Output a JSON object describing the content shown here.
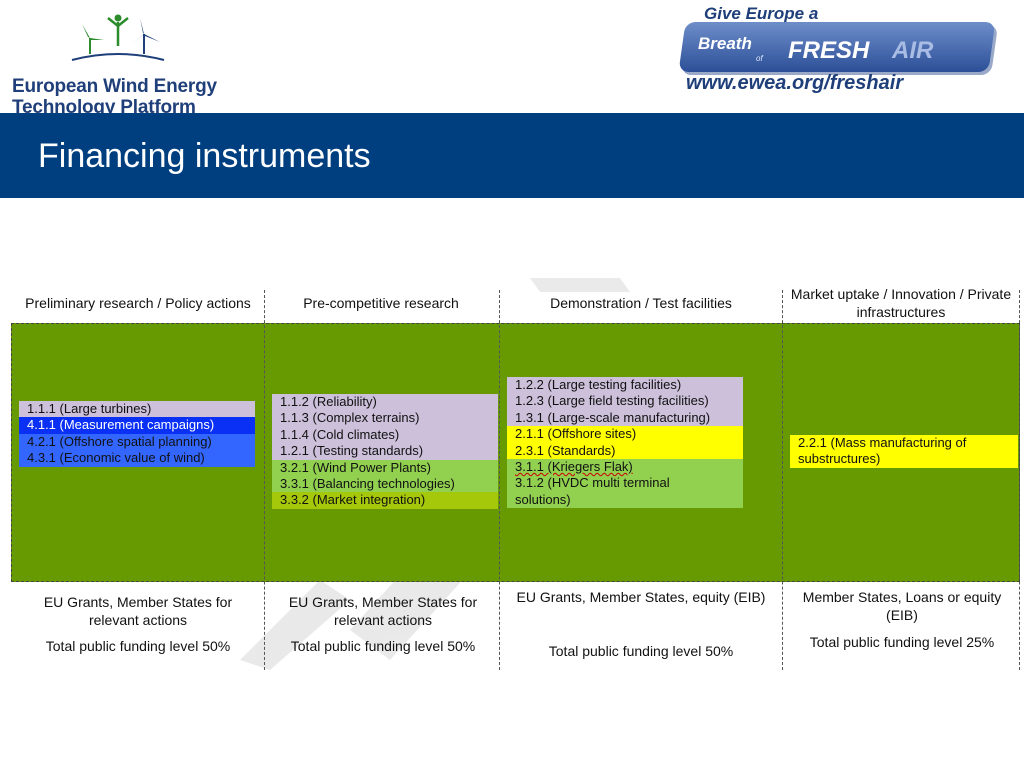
{
  "logos": {
    "etp_line1": "European Wind Energy",
    "etp_line2": "Technology Platform",
    "ewea_give": "Give Europe a",
    "ewea_breath": "Breath",
    "ewea_of": "of",
    "ewea_fresh": "FRESH",
    "ewea_air": "AIR",
    "ewea_url": "www.ewea.org/freshair"
  },
  "title": "Financing instruments",
  "columns": [
    {
      "header": "Preliminary research / Policy actions",
      "items": [
        {
          "text": "1.1.1 (Large turbines)",
          "color": "#ccc0da"
        },
        {
          "text": "4.1.1 (Measurement campaigns)",
          "color": "#0a2ff5"
        },
        {
          "text": "4.2.1 (Offshore spatial planning)",
          "color": "#3366ff"
        },
        {
          "text": "4.3.1 (Economic value of wind)",
          "color": "#3366ff"
        }
      ],
      "footer_funding": "EU Grants, Member States for relevant actions",
      "footer_level": "Total public funding level 50%"
    },
    {
      "header": "Pre-competitive research",
      "items": [
        {
          "text": "1.1.2 (Reliability)",
          "color": "#ccc0da"
        },
        {
          "text": "1.1.3 (Complex terrains)",
          "color": "#ccc0da"
        },
        {
          "text": "1.1.4 (Cold climates)",
          "color": "#ccc0da"
        },
        {
          "text": "1.2.1 (Testing standards)",
          "color": "#ccc0da"
        },
        {
          "text": "3.2.1 (Wind Power Plants)",
          "color": "#92d050"
        },
        {
          "text": "3.3.1 (Balancing technologies)",
          "color": "#92d050"
        },
        {
          "text": "3.3.2 (Market integration)",
          "color": "#a6c80a"
        }
      ],
      "footer_funding": "EU Grants, Member States for relevant actions",
      "footer_level": "Total public funding level 50%"
    },
    {
      "header": "Demonstration / Test facilities",
      "items": [
        {
          "text": "1.2.2 (Large testing facilities)",
          "color": "#ccc0da"
        },
        {
          "text": "1.2.3 (Large field testing facilities)",
          "color": "#ccc0da"
        },
        {
          "text": "1.3.1 (Large-scale manufacturing)",
          "color": "#ccc0da"
        },
        {
          "text": "2.1.1 (Offshore sites)",
          "color": "#ffff00"
        },
        {
          "text": "2.3.1 (Standards)",
          "color": "#ffff00"
        },
        {
          "text": "3.1.1 (Kriegers Flak)",
          "color": "#92d050"
        },
        {
          "text": "3.1.2 (HVDC multi terminal solutions)",
          "color": "#92d050"
        }
      ],
      "footer_funding": "EU Grants, Member States, equity (EIB)",
      "footer_level": "Total public funding level 50%"
    },
    {
      "header": "Market uptake / Innovation / Private infrastructures",
      "items": [
        {
          "text": "2.2.1 (Mass manufacturing of substructures)",
          "color": "#ffff00"
        }
      ],
      "footer_funding": "Member States, Loans or equity (EIB)",
      "footer_level": "Total public funding level 25%"
    }
  ],
  "colors": {
    "title_bar": "#003f7f",
    "green_area": "#679900",
    "lavender": "#ccc0da",
    "blue": "#3366ff",
    "blue_dark": "#0a2ff5",
    "yellow": "#ffff00",
    "light_green": "#92d050",
    "yellow_green": "#a6c80a"
  }
}
